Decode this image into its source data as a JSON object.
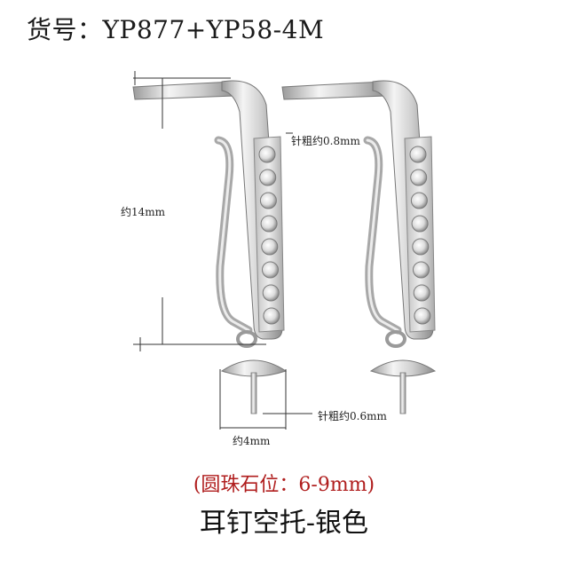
{
  "header": {
    "item_number": "货号：YP877+YP58-4M"
  },
  "dimensions": {
    "length_label": "约14mm",
    "post_label": "针粗约0.8mm",
    "pin_label": "针粗约0.6mm",
    "width_label": "约4mm"
  },
  "caption": {
    "stone_size": "(圆珠石位：6-9mm)",
    "product_name": "耳钉空托-银色"
  },
  "colors": {
    "caption_red": "#b01e1e",
    "metal": "#c9c9c9"
  }
}
